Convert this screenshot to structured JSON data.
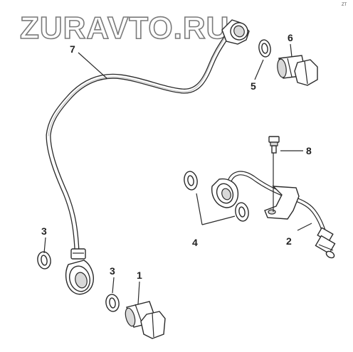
{
  "watermark": "ZURAVTO.RU",
  "corner_mark": "ZT",
  "callouts": {
    "c1": "1",
    "c2": "2",
    "c3a": "3",
    "c3b": "3",
    "c4": "4",
    "c5": "5",
    "c6": "6",
    "c7": "7",
    "c8": "8"
  }
}
